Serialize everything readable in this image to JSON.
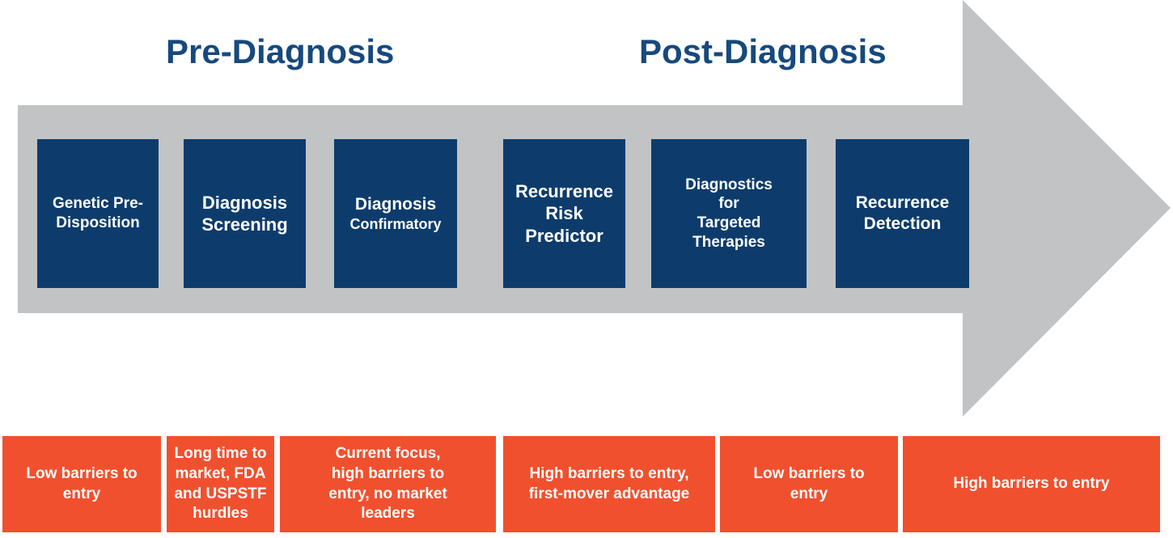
{
  "titles": {
    "pre": "Pre-Diagnosis",
    "post": "Post-Diagnosis"
  },
  "stages": [
    {
      "label": "Genetic Pre-\nDisposition"
    },
    {
      "label": "Diagnosis\nScreening"
    },
    {
      "label": "Diagnosis",
      "sublabel": "Confirmatory"
    },
    {
      "label": "Recurrence\nRisk\nPredictor"
    },
    {
      "label": "Diagnostics\nfor\nTargeted\nTherapies"
    },
    {
      "label": "Recurrence\nDetection"
    }
  ],
  "barriers": [
    {
      "label": "Low barriers to\nentry"
    },
    {
      "label": "Long time to\nmarket, FDA\nand USPSTF\nhurdles"
    },
    {
      "label": "Current focus,\nhigh barriers to\nentry, no market\nleaders"
    },
    {
      "label": "High barriers to entry,\nfirst-mover advantage"
    },
    {
      "label": "Low barriers to\nentry"
    },
    {
      "label": "High barriers to entry"
    }
  ],
  "colors": {
    "navy": "#0d3c6c",
    "title_navy": "#16497e",
    "gray": "#c2c3c5",
    "orange": "#f1502e",
    "white_text": "#ffffff"
  }
}
